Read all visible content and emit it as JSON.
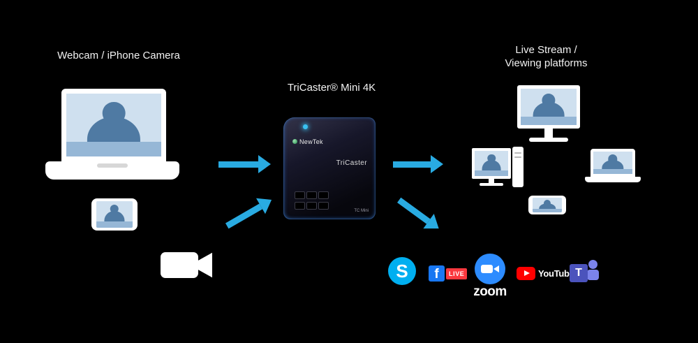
{
  "labels": {
    "source": "Webcam / iPhone Camera",
    "device": "TriCaster® Mini 4K",
    "output_line1": "Live Stream /",
    "output_line2": "Viewing platforms"
  },
  "device": {
    "brand": "NewTek",
    "model": "TriCaster",
    "badge": "TC Mini"
  },
  "platforms": {
    "skype": {
      "letter": "S",
      "color": "#00aff0"
    },
    "facebook": {
      "letter": "f",
      "live_label": "LIVE",
      "color": "#1877f2",
      "live_color": "#fa383e"
    },
    "zoom": {
      "wordmark": "zoom",
      "color": "#2d8cff"
    },
    "youtube": {
      "wordmark": "YouTube",
      "color": "#ff0000"
    },
    "teams": {
      "letter": "T",
      "color": "#4b53bc"
    }
  },
  "colors": {
    "background": "#000000",
    "arrow": "#29abe2",
    "screen_fill": "#cfe0ef",
    "screen_desk": "#96b7d6",
    "silhouette": "#4f7aa3",
    "device_frame": "#ffffff"
  }
}
